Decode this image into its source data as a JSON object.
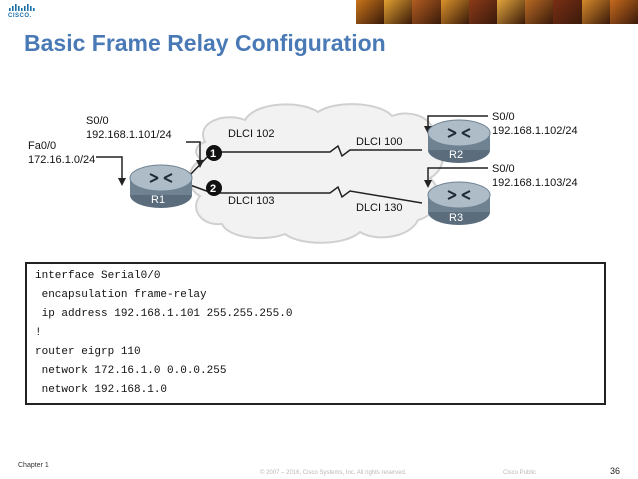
{
  "header": {
    "logo_text": "CISCO.",
    "photo_colors": [
      "#c9741a",
      "#e0a030",
      "#b35d21",
      "#d9922b",
      "#8c3b1a",
      "#e2a63c",
      "#b86a24",
      "#7a2f15",
      "#d58a2a",
      "#c66a1e"
    ]
  },
  "title": "Basic Frame Relay Configuration",
  "diagram": {
    "r1": {
      "label": "R1",
      "fa_iface": "Fa0/0",
      "fa_ip": "172.16.1.0/24",
      "s_iface": "S0/0",
      "s_ip": "192.168.1.101/24"
    },
    "r2": {
      "label": "R2",
      "iface": "S0/0",
      "ip": "192.168.1.102/24"
    },
    "r3": {
      "label": "R3",
      "iface": "S0/0",
      "ip": "192.168.1.103/24"
    },
    "vc1": {
      "num": "1",
      "local_dlci": "DLCI 102",
      "remote_dlci": "DLCI 100"
    },
    "vc2": {
      "num": "2",
      "local_dlci": "DLCI 103",
      "remote_dlci": "DLCI 130"
    }
  },
  "code": {
    "lines": [
      "interface Serial0/0",
      " encapsulation frame-relay",
      " ip address 192.168.1.101 255.255.255.0",
      "!",
      "router eigrp 110",
      " network 172.16.1.0 0.0.0.255",
      " network 192.168.1.0"
    ]
  },
  "footer": {
    "chapter": "Chapter 1",
    "copyright": "© 2007 – 2016, Cisco Systems, Inc. All rights reserved.",
    "classification": "Cisco Public",
    "page": "36"
  }
}
